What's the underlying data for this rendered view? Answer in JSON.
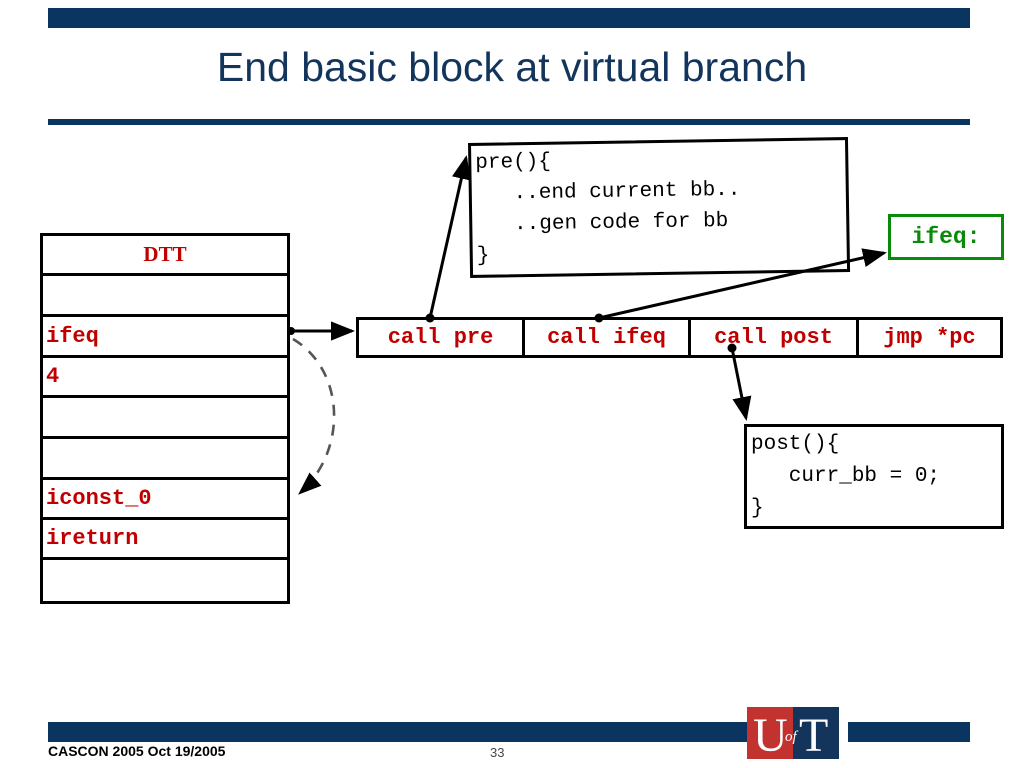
{
  "slide": {
    "title": "End basic block at virtual branch"
  },
  "dtt": {
    "header": "DTT",
    "rows": [
      {
        "text": ""
      },
      {
        "text": "ifeq"
      },
      {
        "text": "4"
      },
      {
        "text": ""
      },
      {
        "text": ""
      },
      {
        "text": "iconst_0"
      },
      {
        "text": "ireturn"
      },
      {
        "text": ""
      }
    ]
  },
  "pre_box": {
    "code": "pre(){\n   ..end current bb..\n   ..gen code for bb\n}"
  },
  "post_box": {
    "code": "post(){\n   curr_bb = 0;\n}"
  },
  "ifeq_label": {
    "text": "ifeq:",
    "color": "#0a8a0a"
  },
  "call_strip": {
    "cells": [
      {
        "label": "call pre"
      },
      {
        "label": "call ifeq"
      },
      {
        "label": "call post"
      },
      {
        "label": "jmp *pc"
      }
    ]
  },
  "footer": {
    "left_text": "CASCON 2005 Oct 19/2005",
    "page_number": "33",
    "logo_u": "U",
    "logo_of": "of",
    "logo_t": "T"
  },
  "colors": {
    "navy": "#0a3560",
    "title_navy": "#13355c",
    "code_red": "#c00000",
    "green": "#0a8a0a",
    "logo_red": "#c2332f"
  }
}
